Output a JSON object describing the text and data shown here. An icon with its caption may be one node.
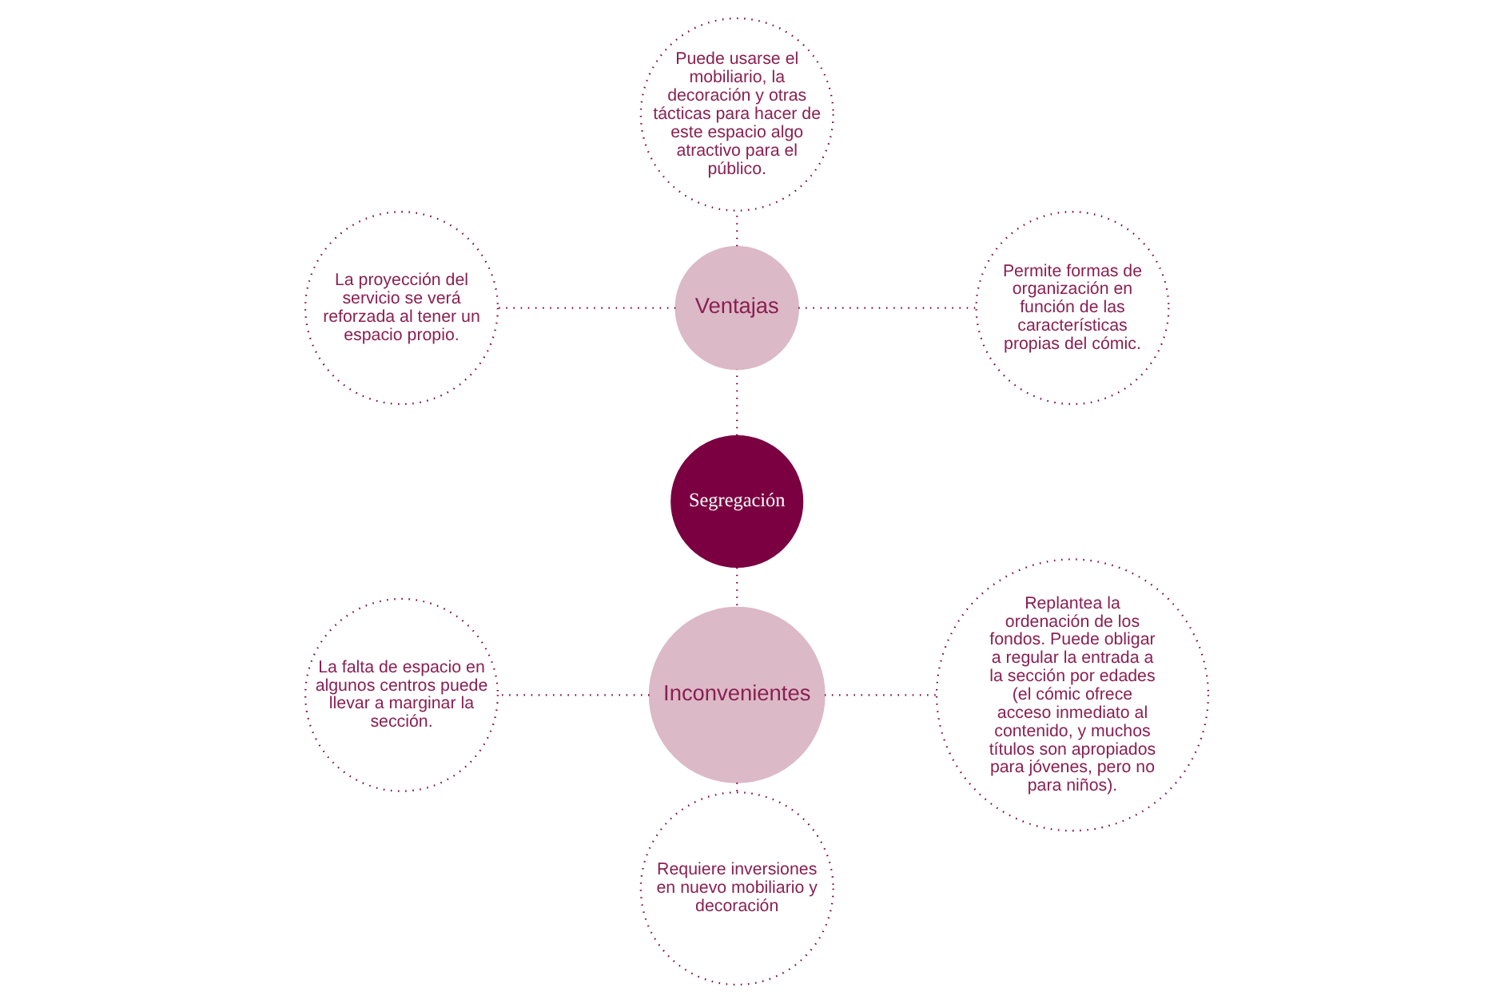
{
  "diagram": {
    "nodes": [
      {
        "text": [
          "Segregación"
        ]
      },
      {
        "text": [
          "Ventajas"
        ]
      },
      {
        "text": [
          "Inconvenientes"
        ]
      },
      {
        "text": [
          "Permite formas de organización en función de las características propias del cómic."
        ]
      },
      {
        "text": [
          "Puede usarse el mobiliario, la decoración y otras tácticas para hacer de este espacio algo atractivo para el público."
        ]
      },
      {
        "text": [
          "La proyección del servicio se verá reforzada al tener un espacio propio."
        ]
      },
      {
        "text": [
          "La falta de espacio en algunos centros puede llevar a marginar la sección."
        ]
      },
      {
        "text": [
          "Requiere inversiones en nuevo mobiliario y decoración"
        ]
      },
      {
        "text": [
          "Replantea la ordenación de los fondos. Puede obligar a regular la entrada a la sección por edades (el cómic ofrece acceso inmediato al contenido, y muchos títulos son apropiados para jóvenes, pero no para niños)."
        ]
      }
    ],
    "edges": [
      {
        "from": 0,
        "to": 1,
        "arrow": "none"
      },
      {
        "from": 0,
        "to": 2,
        "arrow": "none"
      },
      {
        "from": 1,
        "to": 3,
        "arrow": "none"
      },
      {
        "from": 1,
        "to": 4,
        "arrow": "none"
      },
      {
        "from": 1,
        "to": 5,
        "arrow": "none"
      },
      {
        "from": 2,
        "to": 6,
        "arrow": "none"
      },
      {
        "from": 2,
        "to": 7,
        "arrow": "none"
      },
      {
        "from": 2,
        "to": 8,
        "arrow": "none"
      }
    ]
  }
}
